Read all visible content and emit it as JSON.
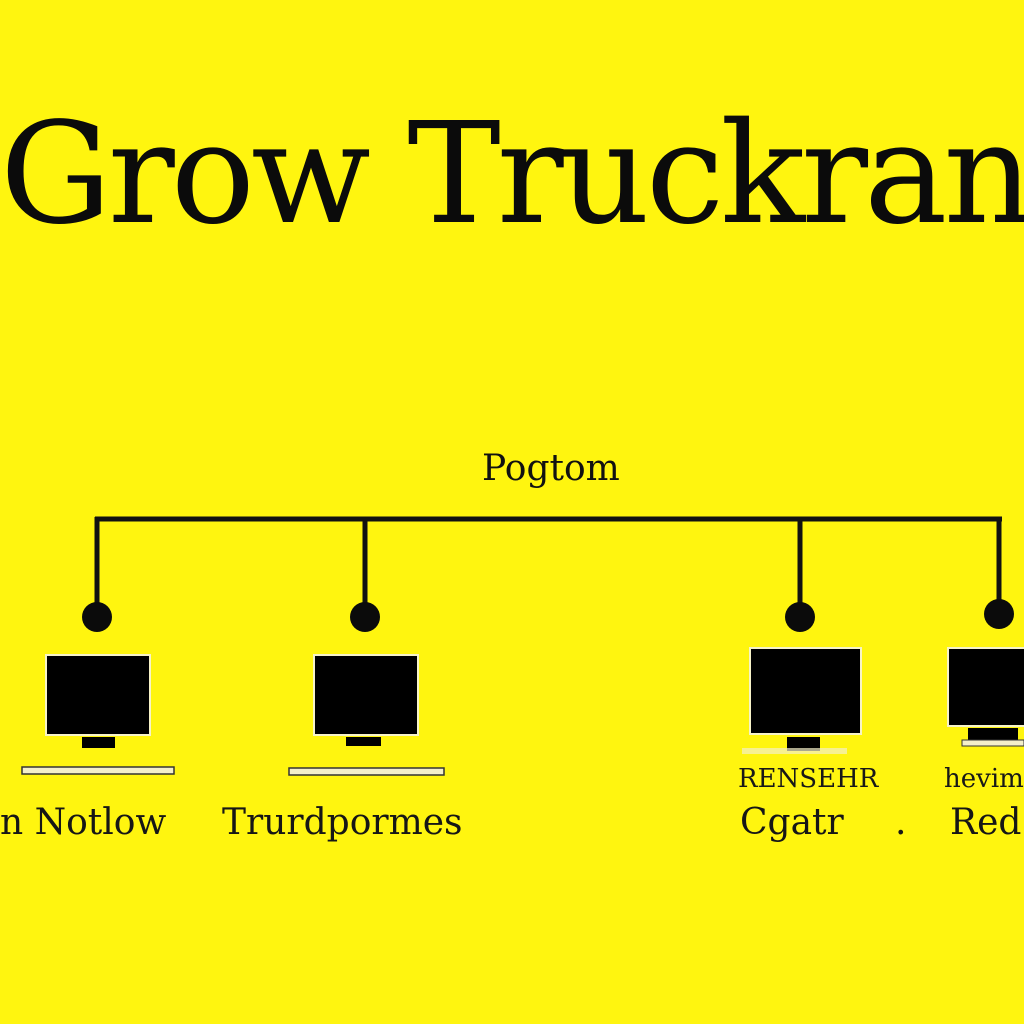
{
  "colors": {
    "background": "#FFF50F",
    "ink": "#0b0b0b",
    "screen": "#000000"
  },
  "diagram": {
    "title": "Grow Truckrand",
    "root": {
      "label": "Pogtom"
    },
    "nodes": [
      {
        "id": "n1",
        "icon": "monitor-icon",
        "label": "n Notlow"
      },
      {
        "id": "n2",
        "icon": "monitor-icon",
        "label": "Trurdpormes"
      },
      {
        "id": "n3",
        "icon": "monitor-icon",
        "label": "Cgatr",
        "sublabel": "RENSEHR"
      },
      {
        "id": "n4",
        "icon": "monitor-icon",
        "label": "Red",
        "sublabel": "hevim"
      }
    ],
    "separator": "."
  }
}
